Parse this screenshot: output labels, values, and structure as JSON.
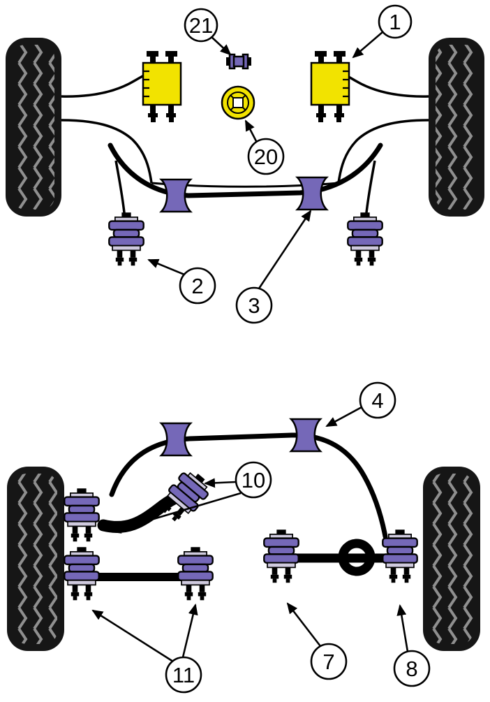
{
  "diagram": {
    "colors": {
      "bush_purple": "#7568b8",
      "bush_light": "#cfcade",
      "mount_yellow": "#f2e300",
      "tire_black": "#161616",
      "tread_gray": "#8f8f8f",
      "line_black": "#000000",
      "background": "#ffffff"
    },
    "callouts": [
      {
        "label": "21"
      },
      {
        "label": "1"
      },
      {
        "label": "20"
      },
      {
        "label": "2"
      },
      {
        "label": "3"
      },
      {
        "label": "4"
      },
      {
        "label": "10"
      },
      {
        "label": "11"
      },
      {
        "label": "7"
      },
      {
        "label": "8"
      }
    ]
  }
}
